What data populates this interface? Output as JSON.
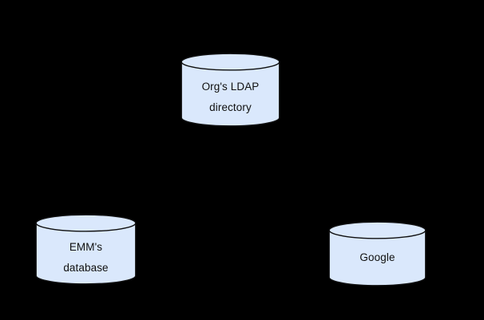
{
  "diagram": {
    "type": "database-architecture-diagram",
    "background_color": "#000000",
    "node_fill_color": "#dae8fc",
    "node_stroke_color": "#0f0f0f",
    "label_color": "#101010",
    "nodes": [
      {
        "id": "ldap",
        "icon": "database-cylinder",
        "label": "Org's LDAP\ndirectory",
        "label_line1": "Org's LDAP",
        "label_line2": "directory",
        "position": "top-center"
      },
      {
        "id": "emm",
        "icon": "database-cylinder",
        "label": "EMM's\ndatabase",
        "label_line1": "EMM's",
        "label_line2": "database",
        "position": "bottom-left"
      },
      {
        "id": "google",
        "icon": "database-cylinder",
        "label": "Google",
        "label_line1": "Google",
        "label_line2": "",
        "position": "bottom-right"
      }
    ]
  }
}
